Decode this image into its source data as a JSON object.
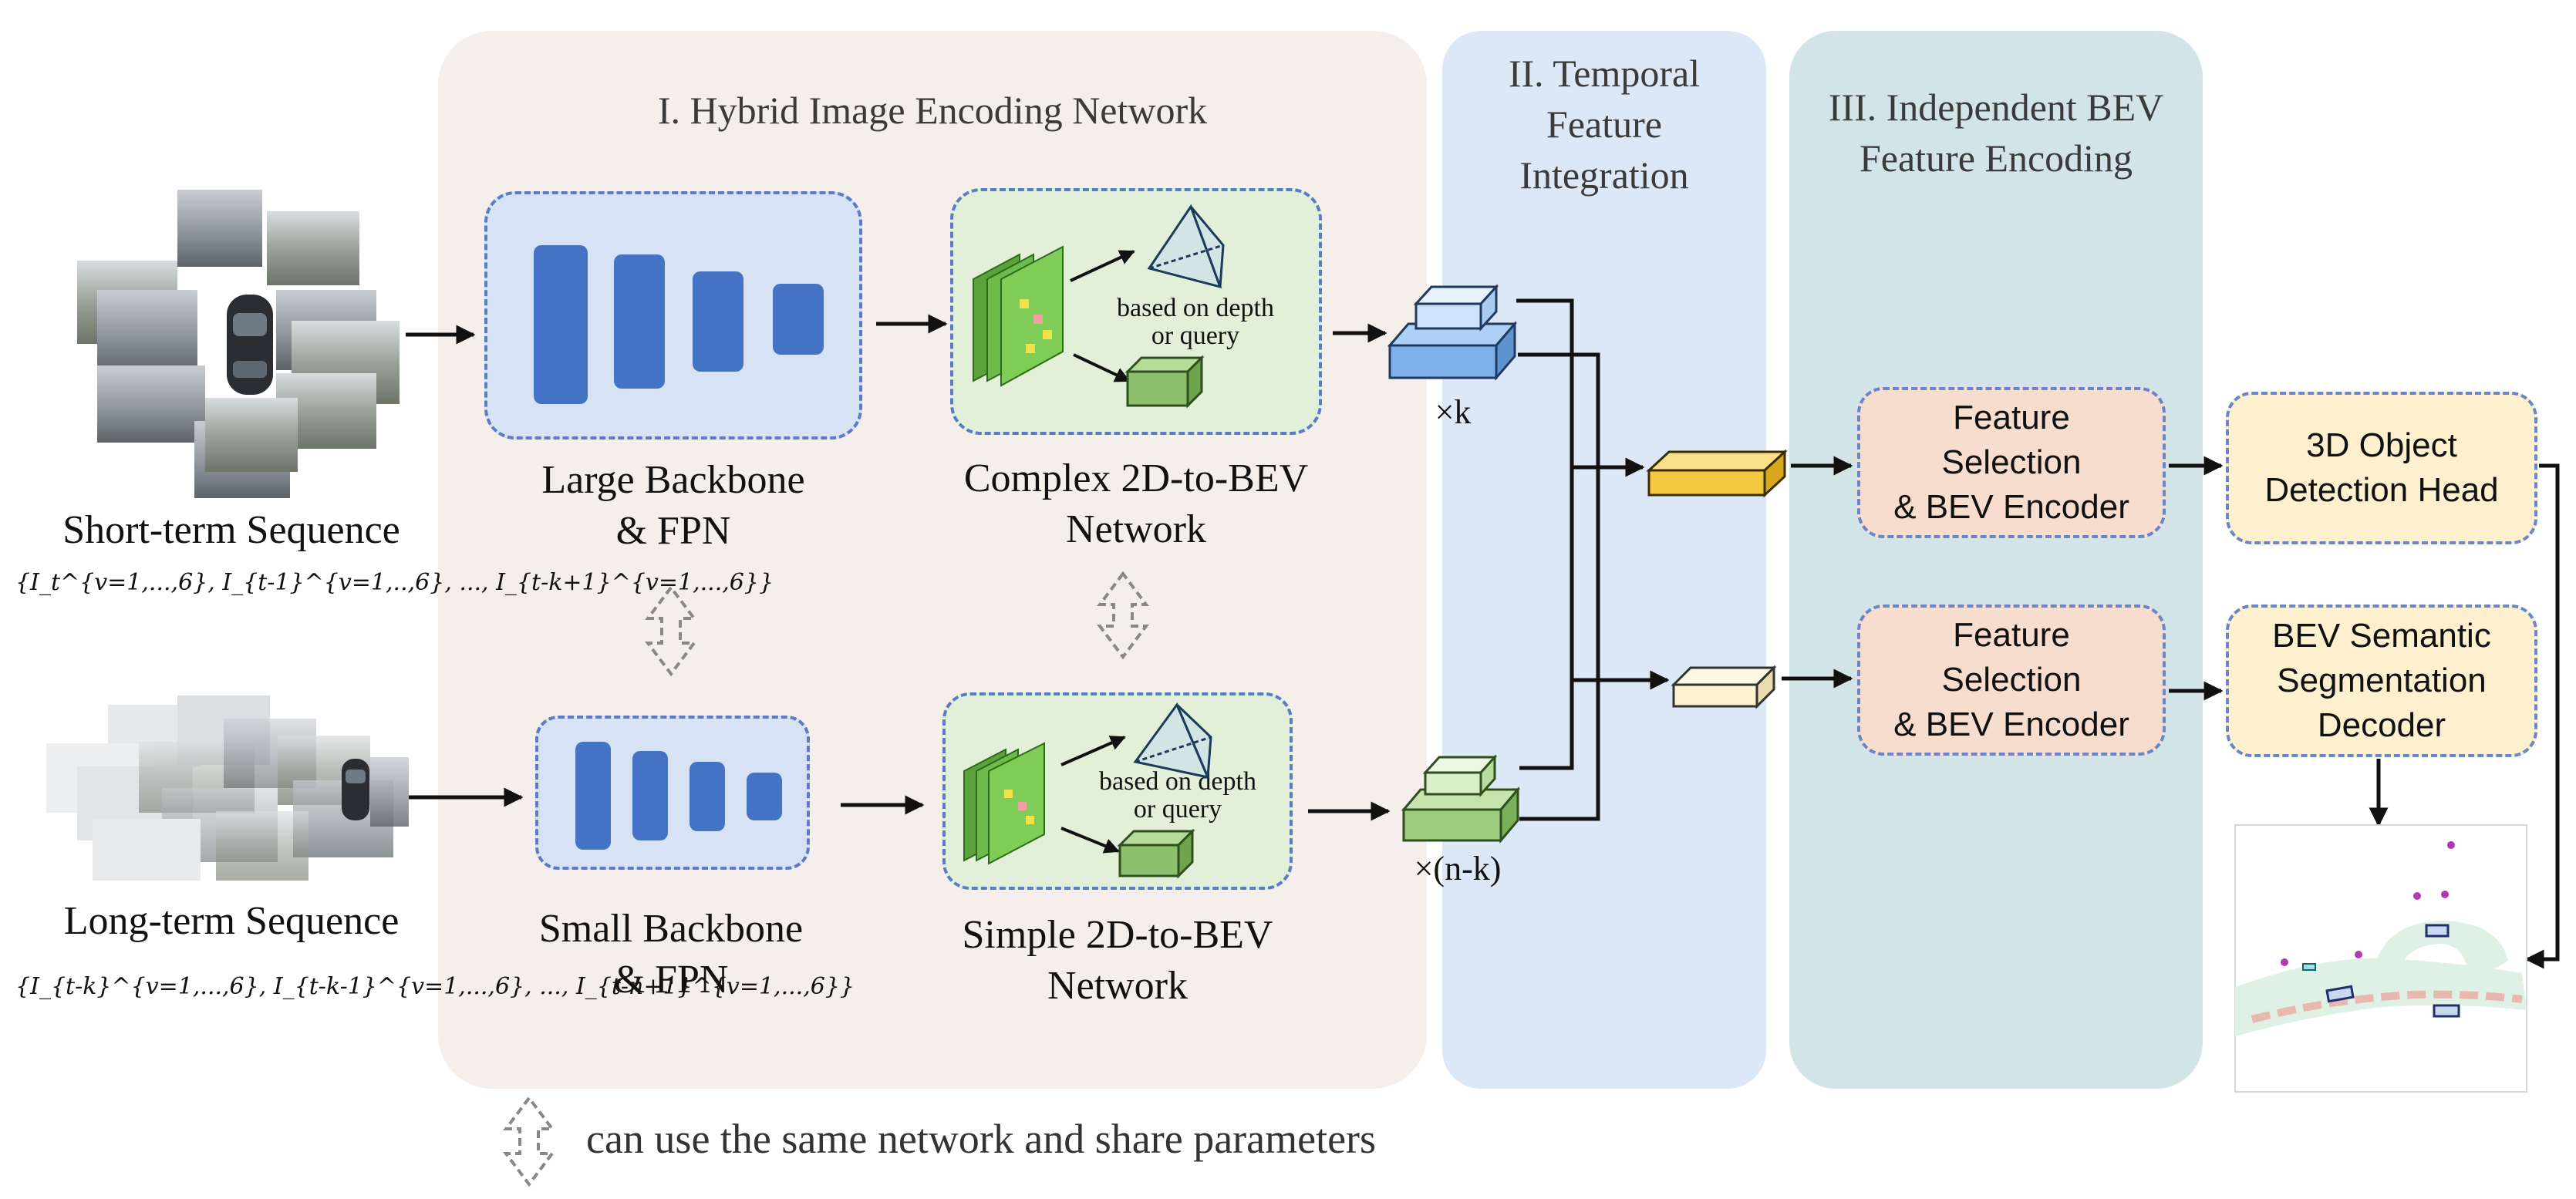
{
  "panels": {
    "hybrid_title": "I. Hybrid Image Encoding Network",
    "temporal_title": [
      "II. Temporal",
      "Feature",
      "Integration"
    ],
    "bev_title": [
      "III. Independent BEV",
      "Feature Encoding"
    ]
  },
  "inputs": {
    "short": {
      "label": "Short-term Sequence",
      "formula": "{I_t^{v=1,...,6}, I_{t-1}^{v=1,..,6}, ..., I_{t-k+1}^{v=1,...,6}}"
    },
    "long": {
      "label": "Long-term Sequence",
      "formula": "{I_{t-k}^{v=1,...,6}, I_{t-k-1}^{v=1,...,6}, ..., I_{t-n+1}^{v=1,...,6}}"
    }
  },
  "blocks": {
    "large_backbone": [
      "Large Backbone",
      "& FPN"
    ],
    "small_backbone": [
      "Small Backbone",
      "& FPN"
    ],
    "complex_bev": [
      "Complex 2D-to-BEV",
      "Network"
    ],
    "simple_bev": [
      "Simple 2D-to-BEV",
      "Network"
    ],
    "depth_note": [
      "based on depth",
      "or query"
    ]
  },
  "multipliers": {
    "short": "×k",
    "long": "×(n-k)"
  },
  "modules": {
    "fs_top": [
      "Feature",
      "Selection",
      "& BEV Encoder"
    ],
    "fs_bottom": [
      "Feature",
      "Selection",
      "& BEV Encoder"
    ],
    "det_head": [
      "3D Object",
      "Detection Head"
    ],
    "seg_decoder": [
      "BEV Semantic",
      "Segmentation",
      "Decoder"
    ]
  },
  "legend": {
    "share_note": "can use the same network and share parameters"
  },
  "colors": {
    "hybrid_bg": "#f4efea",
    "temporal_bg": "#dde8f7",
    "bev_bg": "#d2e4e8",
    "backbone_bg": "#d7e3f5",
    "view_bg": "#e2f0d9",
    "module_orange": "#f7ddce",
    "module_yellow": "#fdf0cf",
    "bar_blue": "#4472c4"
  },
  "icons": [
    "double-arrow-icon",
    "frustum-icon",
    "bev-cube-icon",
    "car-icon",
    "camera-views-icon"
  ]
}
